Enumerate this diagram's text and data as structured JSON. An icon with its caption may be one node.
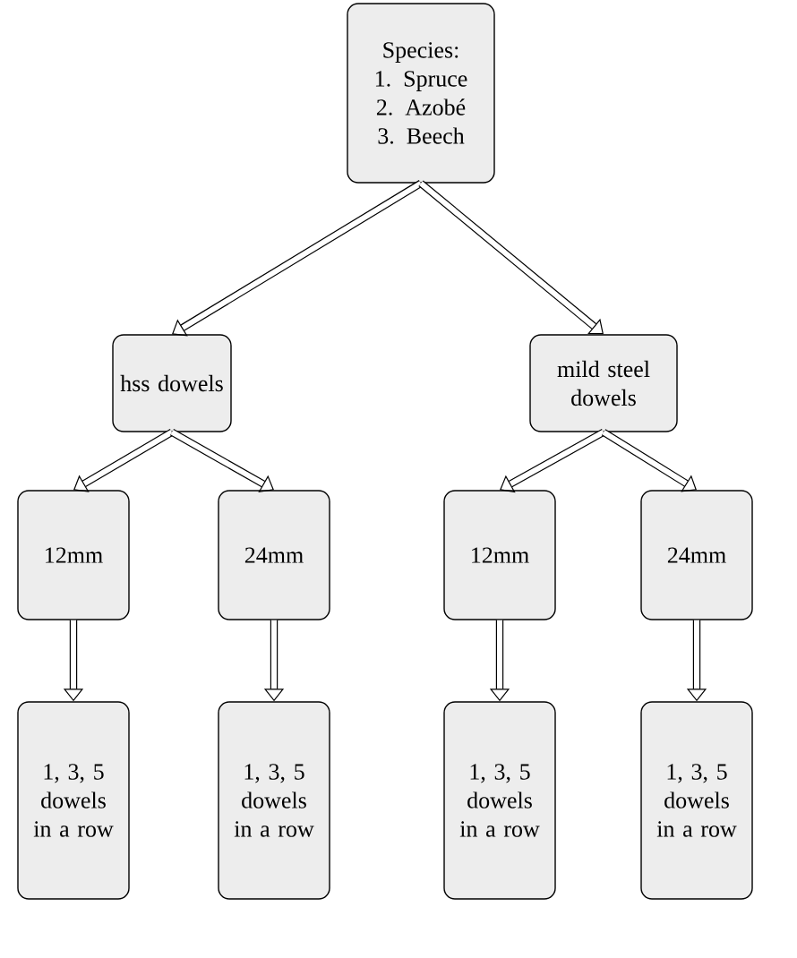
{
  "diagram": {
    "nodes": [
      {
        "text": [
          "Species:",
          "1. Spruce",
          "2. Azobé",
          "3. Beech"
        ]
      },
      {
        "text": [
          "hss dowels"
        ]
      },
      {
        "text": [
          "mild steel dowels"
        ]
      },
      {
        "text": [
          "12mm"
        ]
      },
      {
        "text": [
          "24mm"
        ]
      },
      {
        "text": [
          "12mm"
        ]
      },
      {
        "text": [
          "24mm"
        ]
      },
      {
        "text": [
          "1, 3, 5 dowels in a row"
        ]
      },
      {
        "text": [
          "1, 3, 5 dowels in a row"
        ]
      },
      {
        "text": [
          "1, 3, 5 dowels in a row"
        ]
      },
      {
        "text": [
          "1, 3, 5 dowels in a row"
        ]
      }
    ],
    "edges": [
      {
        "from": 0,
        "to": 1,
        "arrow": "to"
      },
      {
        "from": 0,
        "to": 2,
        "arrow": "to"
      },
      {
        "from": 1,
        "to": 3,
        "arrow": "to"
      },
      {
        "from": 1,
        "to": 4,
        "arrow": "to"
      },
      {
        "from": 2,
        "to": 5,
        "arrow": "to"
      },
      {
        "from": 2,
        "to": 6,
        "arrow": "to"
      },
      {
        "from": 3,
        "to": 7,
        "arrow": "to"
      },
      {
        "from": 4,
        "to": 8,
        "arrow": "to"
      },
      {
        "from": 5,
        "to": 9,
        "arrow": "to"
      },
      {
        "from": 6,
        "to": 10,
        "arrow": "to"
      }
    ]
  }
}
